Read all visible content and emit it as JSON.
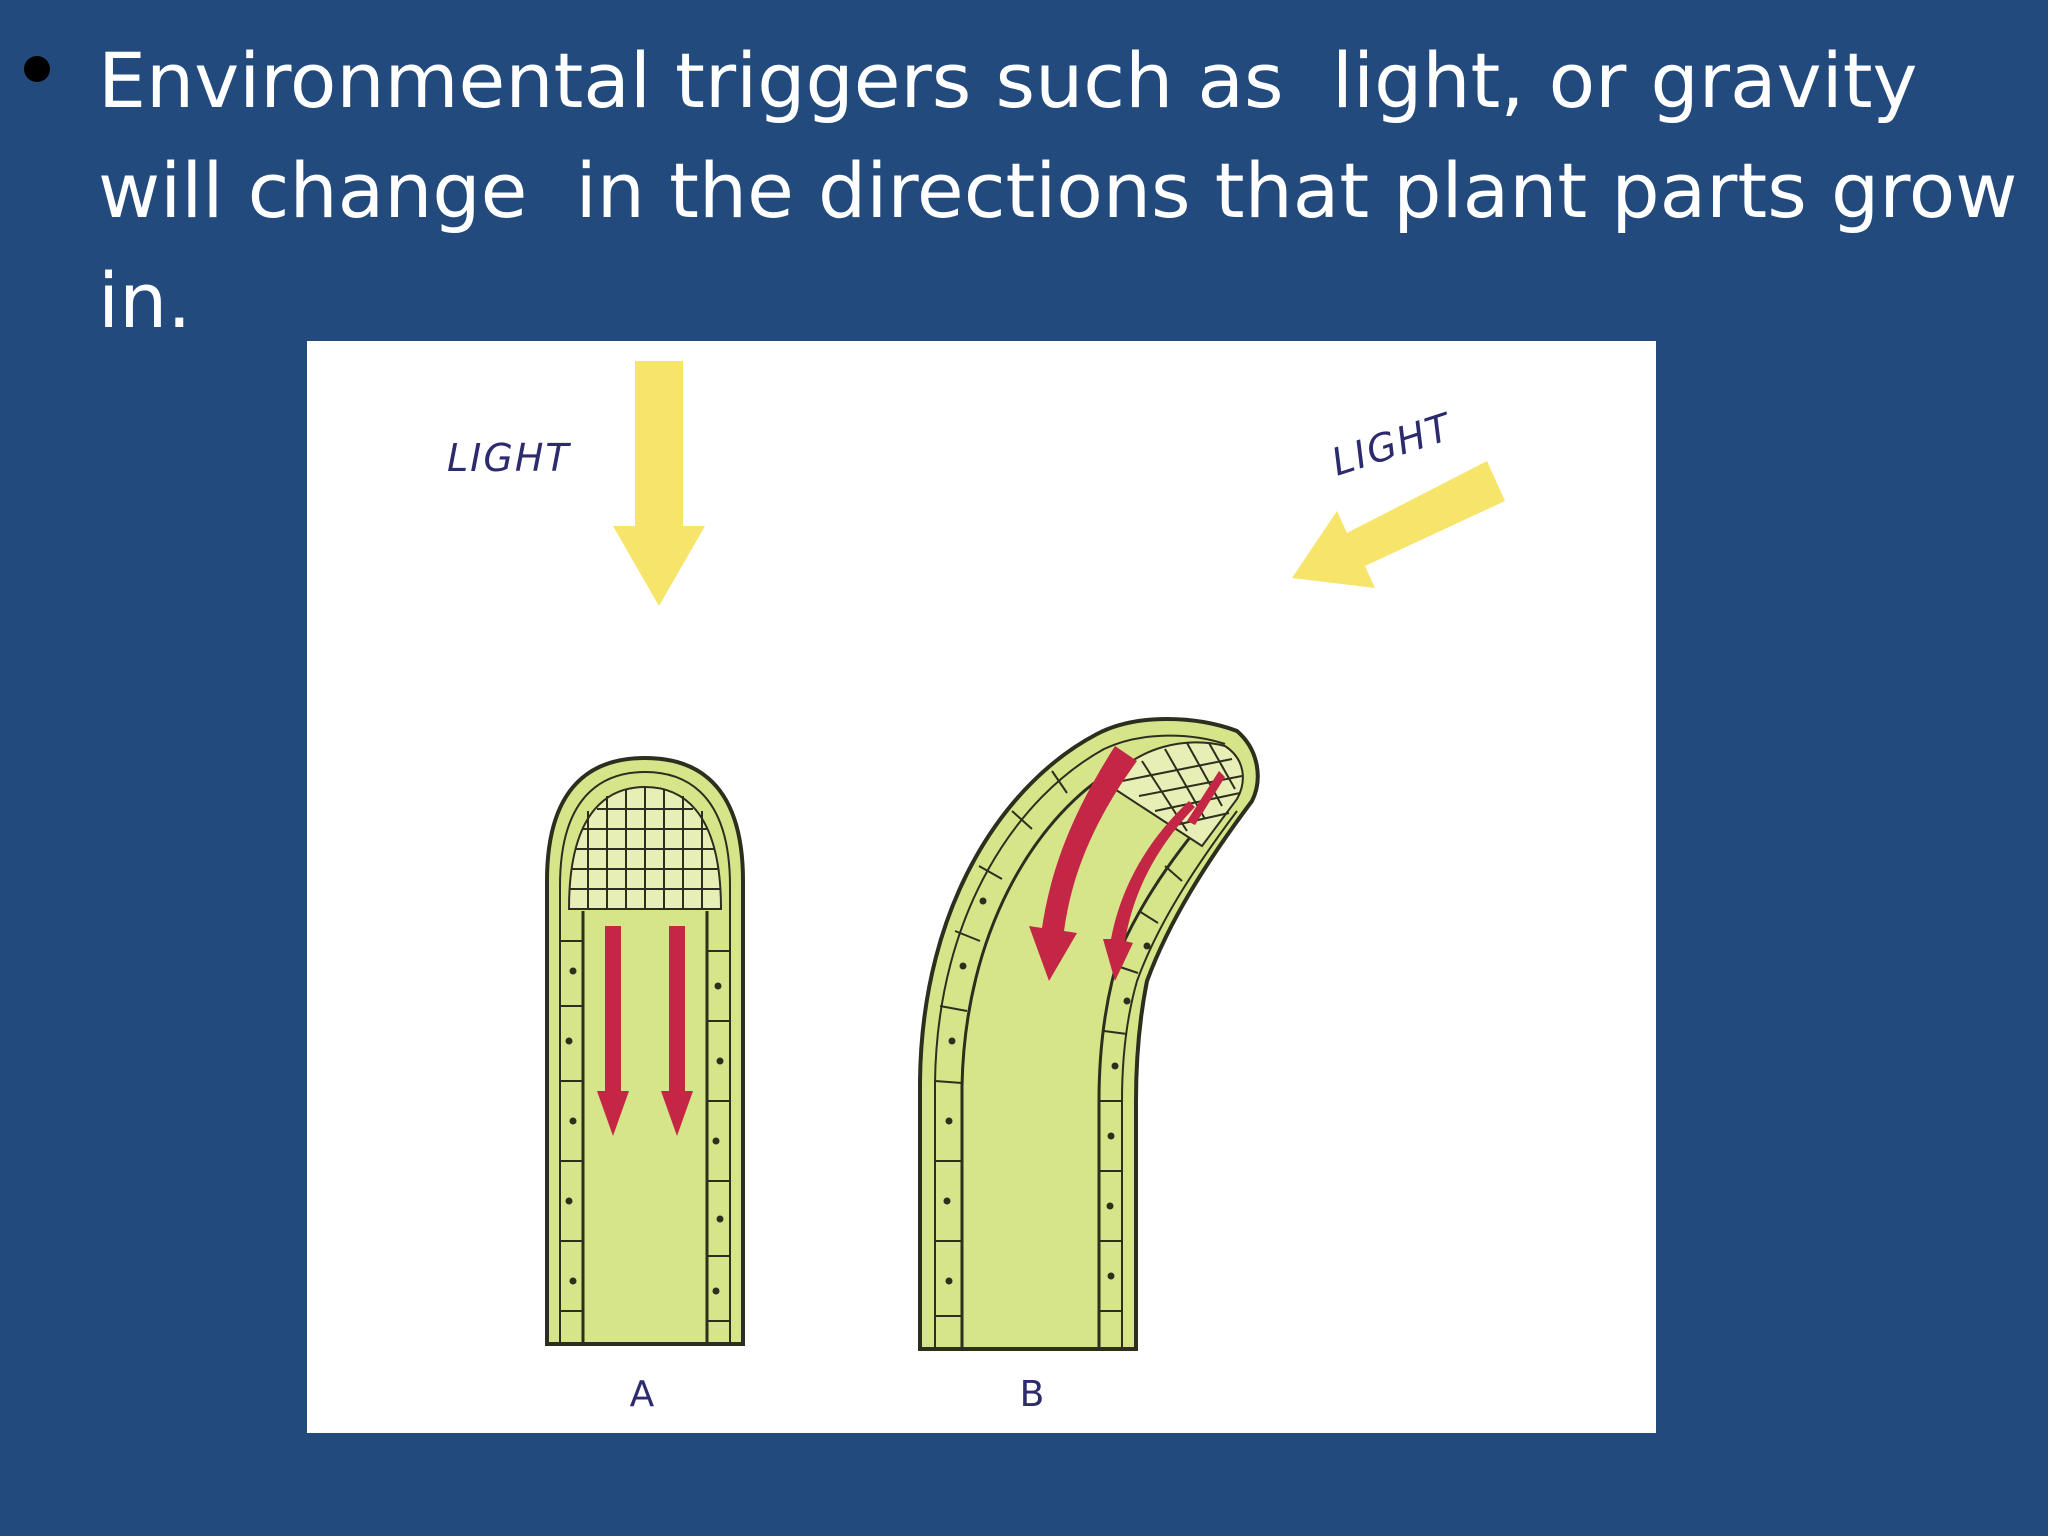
{
  "slide": {
    "bullet_text": "Environmental triggers such as  light, or gravity will change  in the directions that plant parts grow in."
  },
  "figure": {
    "light_label_a": "LIGHT",
    "light_label_b": "LIGHT",
    "caption_a": "A",
    "caption_b": "B",
    "colors": {
      "background": "#234A7C",
      "tissue": "#D6E58A",
      "light_arrow": "#F7E46A",
      "auxin_arrow": "#C42645",
      "outline": "#2E2E1E",
      "label": "#2B2B6E"
    }
  }
}
